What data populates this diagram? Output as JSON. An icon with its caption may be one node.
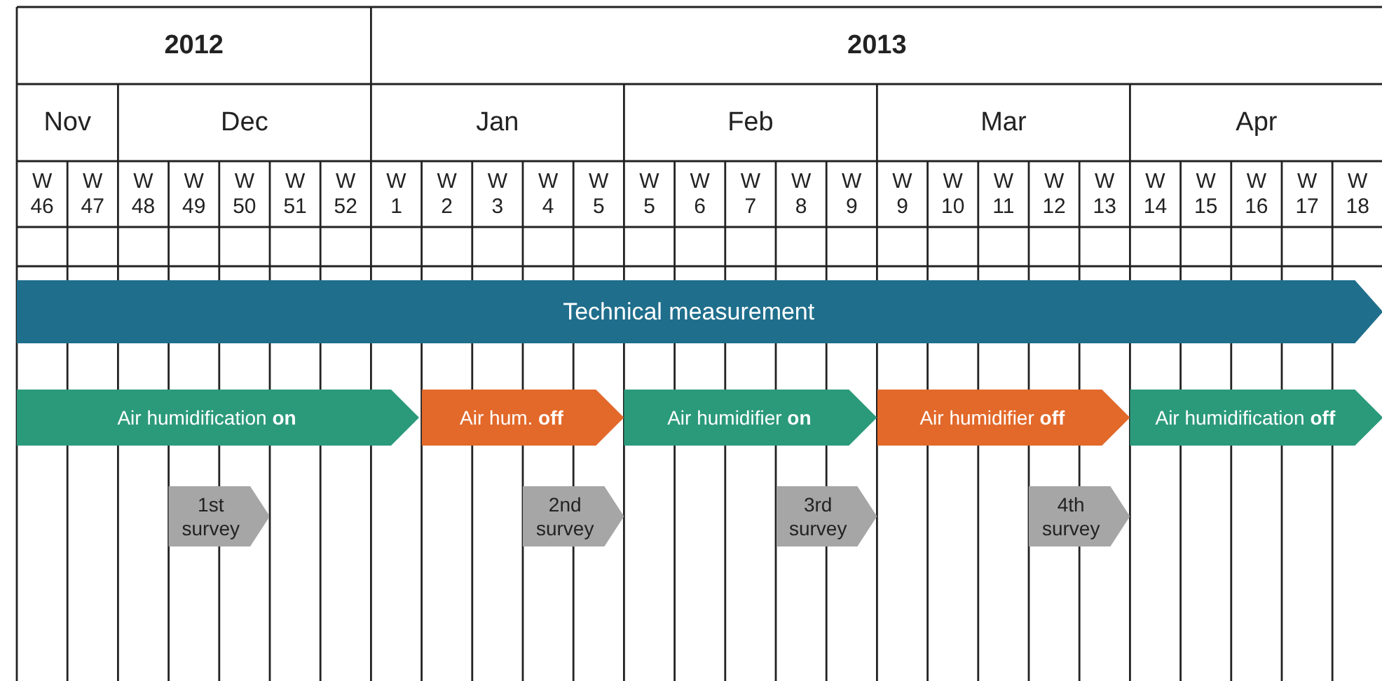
{
  "diagram": {
    "nodes": [
      {
        "text": [
          "Technical measurement"
        ]
      },
      {
        "text": [
          "Air humidification **on**"
        ]
      },
      {
        "text": [
          "Air hum. **off**"
        ]
      },
      {
        "text": [
          "Air humidifier **on**"
        ]
      },
      {
        "text": [
          "Air humidifier **off**"
        ]
      },
      {
        "text": [
          "Air humidification **off**"
        ]
      },
      {
        "text": [
          "1st survey"
        ]
      },
      {
        "text": [
          "2nd survey"
        ]
      },
      {
        "text": [
          "3rd survey"
        ]
      },
      {
        "text": [
          "4th survey"
        ]
      }
    ],
    "labels": [
      "2012",
      "2013",
      "Nov",
      "Dec",
      "Jan",
      "Feb",
      "Mar",
      "Apr",
      "W 46",
      "W 47",
      "W 48",
      "W 49",
      "W 50",
      "W 51",
      "W 52",
      "W 1",
      "W 2",
      "W 3",
      "W 4",
      "W 5",
      "W 5",
      "W 6",
      "W 7",
      "W 8",
      "W 9",
      "W 9",
      "W 10",
      "W 11",
      "W 12",
      "W 13",
      "W 14",
      "W 15",
      "W 16",
      "W 17",
      "W 18"
    ]
  }
}
